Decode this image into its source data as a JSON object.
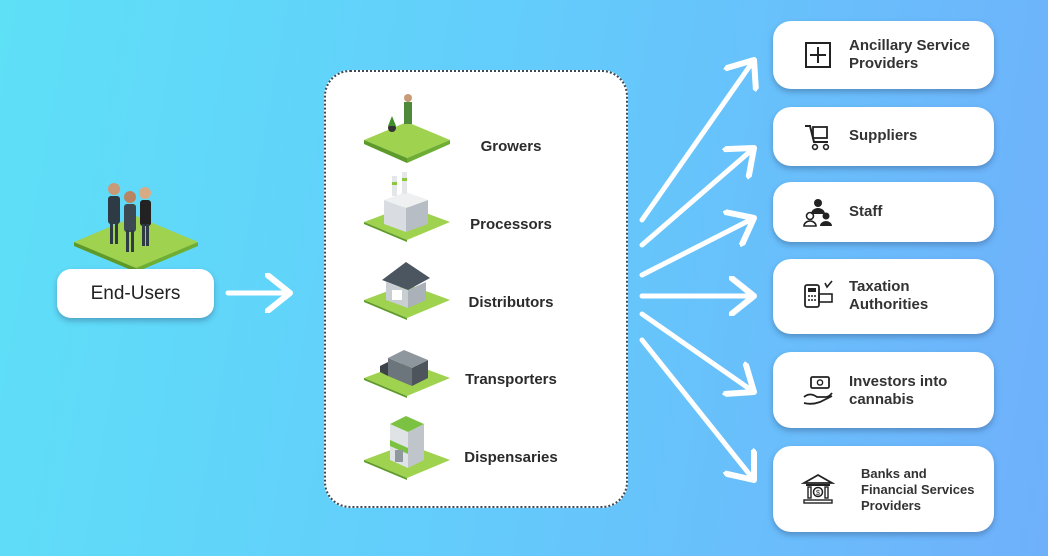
{
  "end_user": {
    "label": "End-Users"
  },
  "stages": [
    {
      "label": "Growers",
      "icon": "grower-plot-icon"
    },
    {
      "label": "Processors",
      "icon": "factory-icon"
    },
    {
      "label": "Distributors",
      "icon": "warehouse-icon"
    },
    {
      "label": "Transporters",
      "icon": "truck-container-icon"
    },
    {
      "label": "Dispensaries",
      "icon": "storefront-icon"
    }
  ],
  "services": [
    {
      "label": "Ancillary Service\nProviders",
      "icon": "plus-square-icon"
    },
    {
      "label": "Suppliers",
      "icon": "cart-icon"
    },
    {
      "label": "Staff",
      "icon": "team-icon"
    },
    {
      "label": "Taxation\nAuthorities",
      "icon": "tax-calculator-icon"
    },
    {
      "label": "Investors into\ncannabis",
      "icon": "money-hand-icon"
    },
    {
      "label": "Banks and\nFinancial Services\nProviders",
      "icon": "bank-icon"
    }
  ],
  "colors": {
    "accent_green": "#7cc242",
    "arrow": "#ffffff",
    "text": "#2b2b2b"
  }
}
